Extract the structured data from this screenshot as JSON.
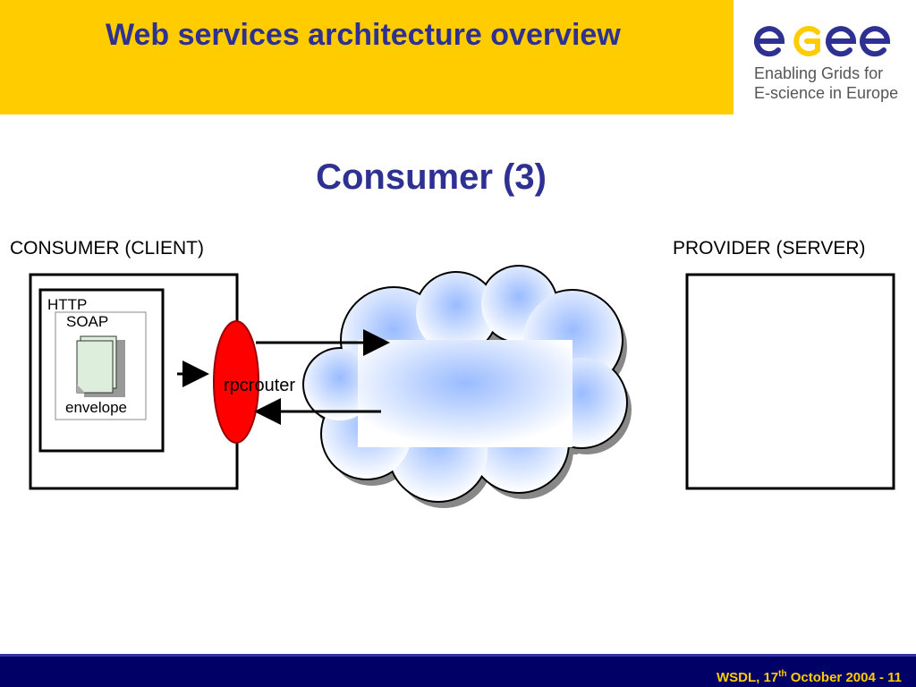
{
  "header": {
    "title": "Web services architecture overview",
    "background_color": "#ffcc00",
    "title_color": "#2e3192"
  },
  "logo": {
    "wordmark": "egee",
    "line1": "Enabling Grids for",
    "line2": "E-science in Europe",
    "color": "#2e3192"
  },
  "slide": {
    "title": "Consumer (3)"
  },
  "diagram": {
    "consumer_label": "CONSUMER (CLIENT)",
    "provider_label": "PROVIDER (SERVER)",
    "http_label": "HTTP",
    "soap_label": "SOAP",
    "envelope_label": "envelope",
    "rpcrouter_label": "rpcrouter",
    "rpcrouter_color": "#ff0000",
    "cloud_color_center": "#99bbff",
    "cloud_color_edge": "#ffffff"
  },
  "footer": {
    "text_prefix": "WSDL, 17",
    "text_sup": "th",
    "text_suffix": " October 2004  - 11",
    "background_color": "#000066",
    "text_color": "#ffcc00"
  }
}
